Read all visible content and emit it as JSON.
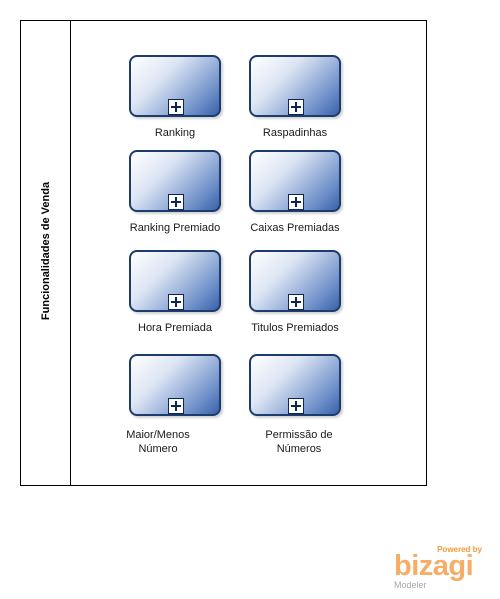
{
  "pool": {
    "title": "Funcionalidades de Venda"
  },
  "tasks": [
    {
      "label": "Ranking"
    },
    {
      "label": "Raspadinhas"
    },
    {
      "label": "Ranking Premiado"
    },
    {
      "label": "Caixas Premiadas"
    },
    {
      "label": "Hora Premiada"
    },
    {
      "label": "Titulos Premiados"
    },
    {
      "label": "Maior/Menos\nNúmero"
    },
    {
      "label": "Permissão de\nNúmeros"
    }
  ],
  "watermark": {
    "powered_by": "Powered by",
    "brand": "bizagi",
    "product": "Modeler"
  },
  "colors": {
    "task_border": "#1d3c6e",
    "task_fill_end": "#3a62a9",
    "brand": "#f5ad67"
  }
}
